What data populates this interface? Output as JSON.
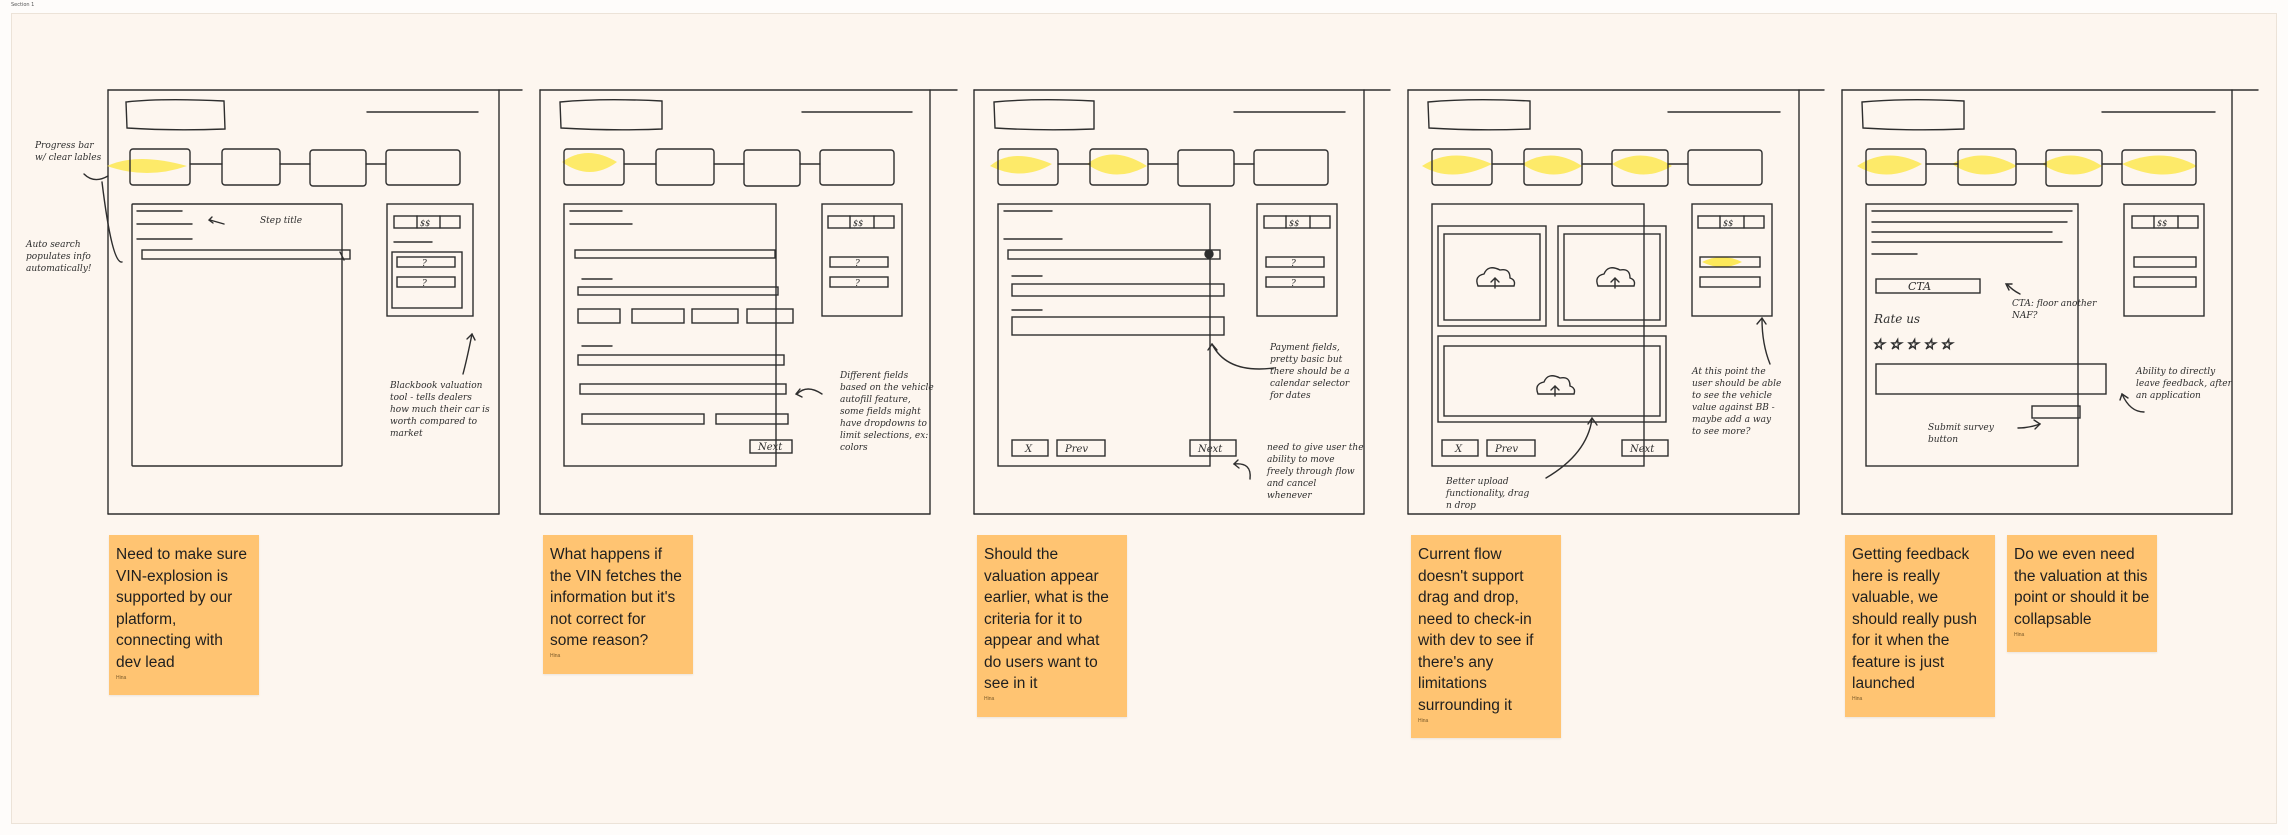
{
  "frame_label": "Section 1",
  "annotations": {
    "progress_bar": [
      "Progress bar",
      "w/ clear lables"
    ],
    "auto_search": [
      "Auto search",
      "populates info",
      "automatically!"
    ],
    "step_title": "Step title",
    "blackbook": [
      "Blackbook valuation",
      "tool - tells dealers",
      "how much their car is",
      "worth compared to",
      "market"
    ],
    "different_fields": [
      "Different fields",
      "based on the vehicle",
      "autofill feature,",
      "some fields might",
      "have dropdowns to",
      "limit selections, ex:",
      "colors"
    ],
    "payment_fields": [
      "Payment fields,",
      "pretty basic but",
      "there should be a",
      "calendar selector",
      "for dates"
    ],
    "give_user_ability": [
      "need to give user the",
      "ability to move",
      "freely through flow",
      "and cancel",
      "whenever"
    ],
    "better_upload": [
      "Better upload",
      "functionality, drag",
      "n drop"
    ],
    "at_this_point": [
      "At this point the",
      "user should be able",
      "to see the vehicle",
      "value against BB -",
      "maybe add a way",
      "to see more?"
    ],
    "cta_floor": [
      "CTA: floor another",
      "NAF?"
    ],
    "ability_feedback": [
      "Ability to directly",
      "leave feedback, after",
      "an application"
    ],
    "submit_survey": [
      "Submit survey",
      "button"
    ]
  },
  "wireframe": {
    "next_label": "Next",
    "prev_label": "Prev",
    "close_label": "X",
    "cta_label": "CTA",
    "rate_us_label": "Rate us",
    "price_label": "$$",
    "question_label": "?"
  },
  "stickies": [
    {
      "text": "Need to make sure VIN-explosion is supported by our platform, connecting with dev lead",
      "author": "Hina"
    },
    {
      "text": "What happens if the VIN fetches the information but it's not correct for some reason?",
      "author": "Hina"
    },
    {
      "text": "Should the valuation appear earlier, what is the criteria for it to appear and what do users want to see in it",
      "author": "Hina"
    },
    {
      "text": "Current flow doesn't support drag and drop, need to check-in with dev to see if there's any limitations surrounding it",
      "author": "Hina"
    },
    {
      "text": "Getting feedback here is really valuable, we should really push for it when the feature is just launched",
      "author": "Hina"
    },
    {
      "text": "Do we even need the valuation at this point or should it be collapsable",
      "author": "Hina"
    }
  ],
  "colors": {
    "board_bg": "#fdf6ef",
    "sticky": "#ffc472",
    "highlight": "#fde95a",
    "ink": "#2e2e2e"
  }
}
